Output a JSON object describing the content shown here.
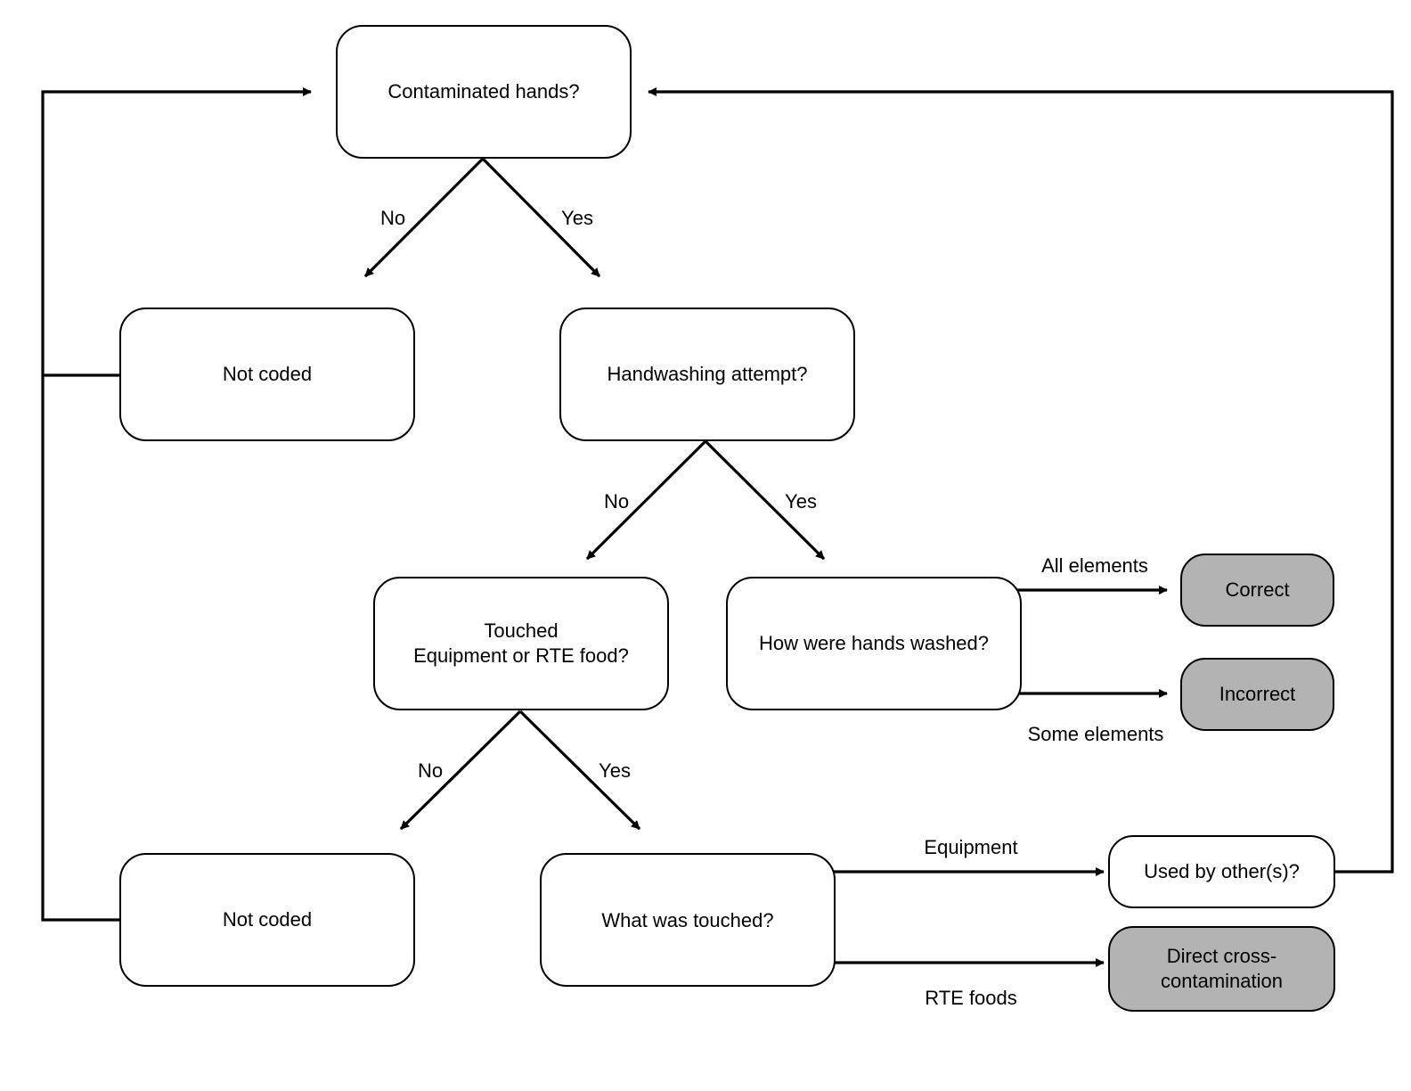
{
  "colors": {
    "stroke": "#000000",
    "node_fill": "#ffffff",
    "terminal_fill": "#b3b3b3"
  },
  "nodes": {
    "contaminated_hands": "Contaminated hands?",
    "not_coded_1": "Not coded",
    "handwashing_attempt": "Handwashing attempt?",
    "touched_equipment": "Touched\nEquipment or RTE food?",
    "how_washed": "How were hands washed?",
    "correct": "Correct",
    "incorrect": "Incorrect",
    "not_coded_2": "Not coded",
    "what_touched": "What was touched?",
    "used_by_others": "Used by other(s)?",
    "direct_cross": "Direct cross-\ncontamination"
  },
  "edge_labels": {
    "q1_no": "No",
    "q1_yes": "Yes",
    "q2_no": "No",
    "q2_yes": "Yes",
    "q3_no": "No",
    "q3_yes": "Yes",
    "all_elements": "All elements",
    "some_elements": "Some elements",
    "equipment": "Equipment",
    "rte_foods": "RTE foods"
  }
}
